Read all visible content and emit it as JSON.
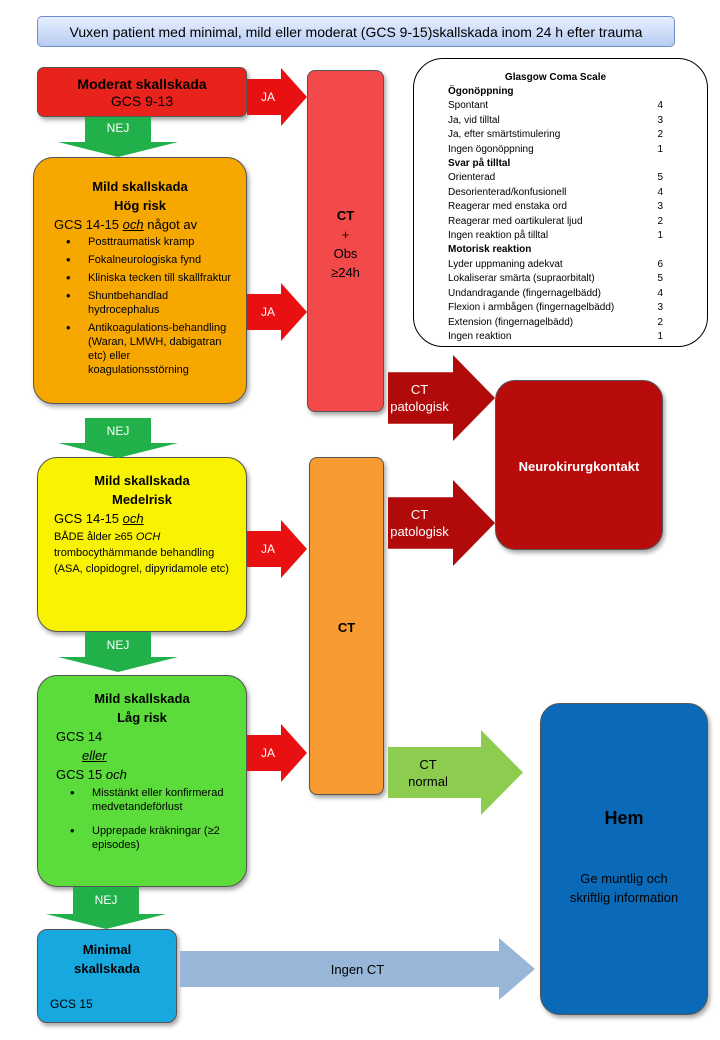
{
  "title": "Vuxen patient med minimal, mild eller moderat (GCS 9-15)skallskada inom 24 h efter trauma",
  "moderate": {
    "heading": "Moderat skallskada",
    "gcs": "GCS 9-13"
  },
  "high_risk": {
    "heading1": "Mild skallskada",
    "heading2": "Hög risk",
    "criteria_pre": "GCS 14-15 ",
    "criteria_och": "och",
    "criteria_post": " något av",
    "items": [
      "Posttraumatisk  kramp",
      "Fokalneurologiska fynd",
      "Kliniska tecken till skallfraktur",
      "Shuntbehandlad hydrocephalus",
      "Antikoagulations-behandling (Waran, LMWH, dabigatran etc) eller koagulationsstörning"
    ]
  },
  "medium_risk": {
    "heading1": "Mild skallskada",
    "heading2": "Medelrisk",
    "criteria_pre": "GCS 14-15 ",
    "criteria_och": "och",
    "line_pre": "BÅDE ålder ≥65 ",
    "line_och": "OCH",
    "line_post": "trombocythämmande behandling (ASA, clopidogrel, dipyridamole etc)"
  },
  "low_risk": {
    "heading1": "Mild skallskada",
    "heading2": "Låg risk",
    "gcs14": "GCS 14",
    "eller": "eller",
    "gcs15_pre": "GCS 15 ",
    "gcs15_och": "och",
    "items": [
      "Misstänkt eller konfirmerad medvetandeförlust",
      "Upprepade kräkningar (≥2 episodes)"
    ]
  },
  "minimal": {
    "heading1": "Minimal",
    "heading2": "skallskada",
    "gcs": "GCS 15"
  },
  "ct_obs": {
    "line1": "CT",
    "line2": "+",
    "line3": "Obs",
    "line4": "≥24h"
  },
  "ct_box": {
    "label": "CT"
  },
  "neuro": {
    "label": "Neurokirurgkontakt"
  },
  "home": {
    "title": "Hem",
    "text": "Ge muntlig och skriftlig information"
  },
  "arrows": {
    "ja": "JA",
    "nej": "NEJ",
    "ct_patologisk_1": "CT",
    "ct_patologisk_2": "patologisk",
    "ct_normal_1": "CT",
    "ct_normal_2": "normal",
    "ingen_ct": "Ingen CT"
  },
  "gcs_scale": {
    "title": "Glasgow Coma Scale",
    "sections": [
      {
        "name": "Ögonöppning",
        "rows": [
          {
            "label": "Spontant",
            "score": "4"
          },
          {
            "label": "Ja, vid tilltal",
            "score": "3"
          },
          {
            "label": "Ja, efter smärtstimulering",
            "score": "2"
          },
          {
            "label": "Ingen ögonöppning",
            "score": "1"
          }
        ]
      },
      {
        "name": "Svar på tilltal",
        "rows": [
          {
            "label": "Orienterad",
            "score": "5"
          },
          {
            "label": "Desorienterad/konfusionell",
            "score": "4"
          },
          {
            "label": "Reagerar med enstaka ord",
            "score": "3"
          },
          {
            "label": "Reagerar med oartikulerat ljud",
            "score": "2"
          },
          {
            "label": "Ingen reaktion på tilltal",
            "score": "1"
          }
        ]
      },
      {
        "name": "Motorisk reaktion",
        "rows": [
          {
            "label": "Lyder uppmaning adekvat",
            "score": "6"
          },
          {
            "label": "Lokaliserar smärta (supraorbitalt)",
            "score": "5"
          },
          {
            "label": "Undandragande (fingernagelbädd)",
            "score": "4"
          },
          {
            "label": "Flexion i armbågen (fingernagelbädd)",
            "score": "3"
          },
          {
            "label": "Extension (fingernagelbädd)",
            "score": "2"
          },
          {
            "label": "Ingen reaktion",
            "score": "1"
          }
        ]
      }
    ]
  },
  "colors": {
    "moderate": "#e8231c",
    "high_risk": "#f7a800",
    "medium_risk": "#f9f200",
    "low_risk": "#5bdc3a",
    "minimal": "#18a8e0",
    "ct_obs": "#f24a4a",
    "ct": "#f79a32",
    "neuro": "#b80c0c",
    "home": "#0a6ab8",
    "ja_arrow": "#e81010",
    "nej_arrow": "#22b04a",
    "patologisk_arrow": "#b00a0a",
    "normal_arrow": "#8ccc4e",
    "ingen_ct_arrow": "#98b6d8"
  }
}
